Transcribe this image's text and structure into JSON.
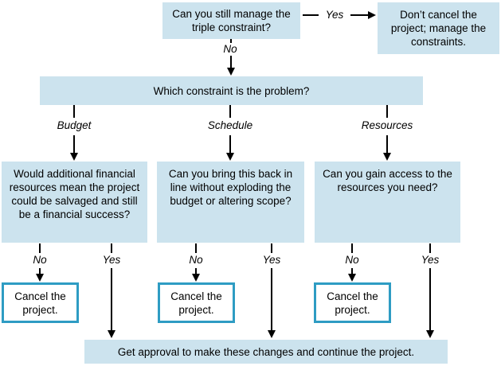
{
  "colors": {
    "node_fill": "#cce3ee",
    "cancel_node_border": "#2e9cc3",
    "arrow": "#000000",
    "text": "#000000"
  },
  "nodes": {
    "q_triple": "Can you still manage the triple constraint?",
    "dont_cancel": "Don’t cancel the project; manage the constraints.",
    "which_constraint": "Which constraint is the problem?",
    "q_budget": "Would additional financial resources mean the project could be salvaged and still be a financial success?",
    "q_schedule": "Can you bring this back in line without exploding the budget or altering scope?",
    "q_resources": "Can you gain access to the resources you need?",
    "cancel_budget": "Cancel the project.",
    "cancel_schedule": "Cancel the project.",
    "cancel_resources": "Cancel the project.",
    "get_approval": "Get approval to make these changes and continue the project."
  },
  "edge_labels": {
    "top_yes": "Yes",
    "top_no": "No",
    "branch_budget": "Budget",
    "branch_schedule": "Schedule",
    "branch_resources": "Resources",
    "budget_no": "No",
    "budget_yes": "Yes",
    "schedule_no": "No",
    "schedule_yes": "Yes",
    "resources_no": "No",
    "resources_yes": "Yes"
  }
}
